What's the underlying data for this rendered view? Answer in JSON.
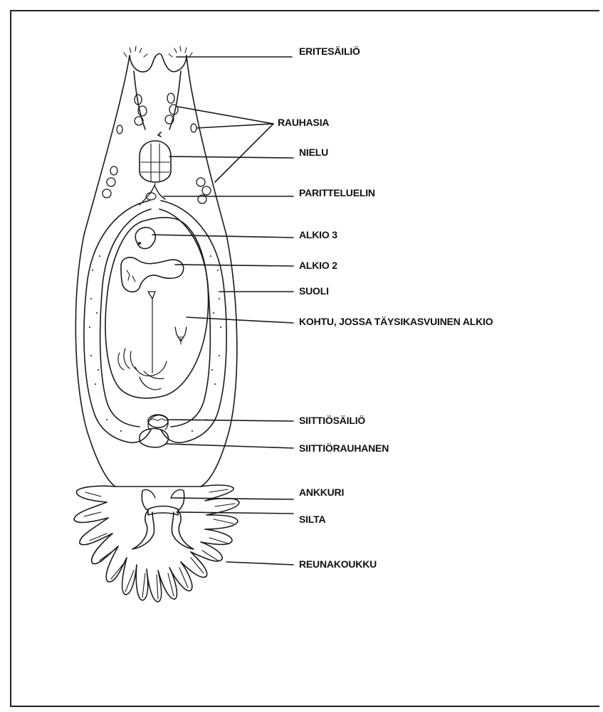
{
  "labels": {
    "eritesailio": "ERITESÄILIÖ",
    "rauhasia": "RAUHASIA",
    "nielu": "NIELU",
    "parittelu": "PARITTELUELIN",
    "alkio3": "ALKIO 3",
    "alkio2": "ALKIO 2",
    "suoli": "SUOLI",
    "kohtu": "KOHTU, JOSSA TÄYSIKASVUINEN ALKIO",
    "siittiosailio": "SIITTIÖSÄILIÖ",
    "siittiorauhanen": "SIITTIÖRAUHANEN",
    "ankkuri": "ANKKURI",
    "silta": "SILTA",
    "reunakoukku": "REUNAKOUKKU"
  },
  "style": {
    "ink": "#1a1a1a"
  }
}
